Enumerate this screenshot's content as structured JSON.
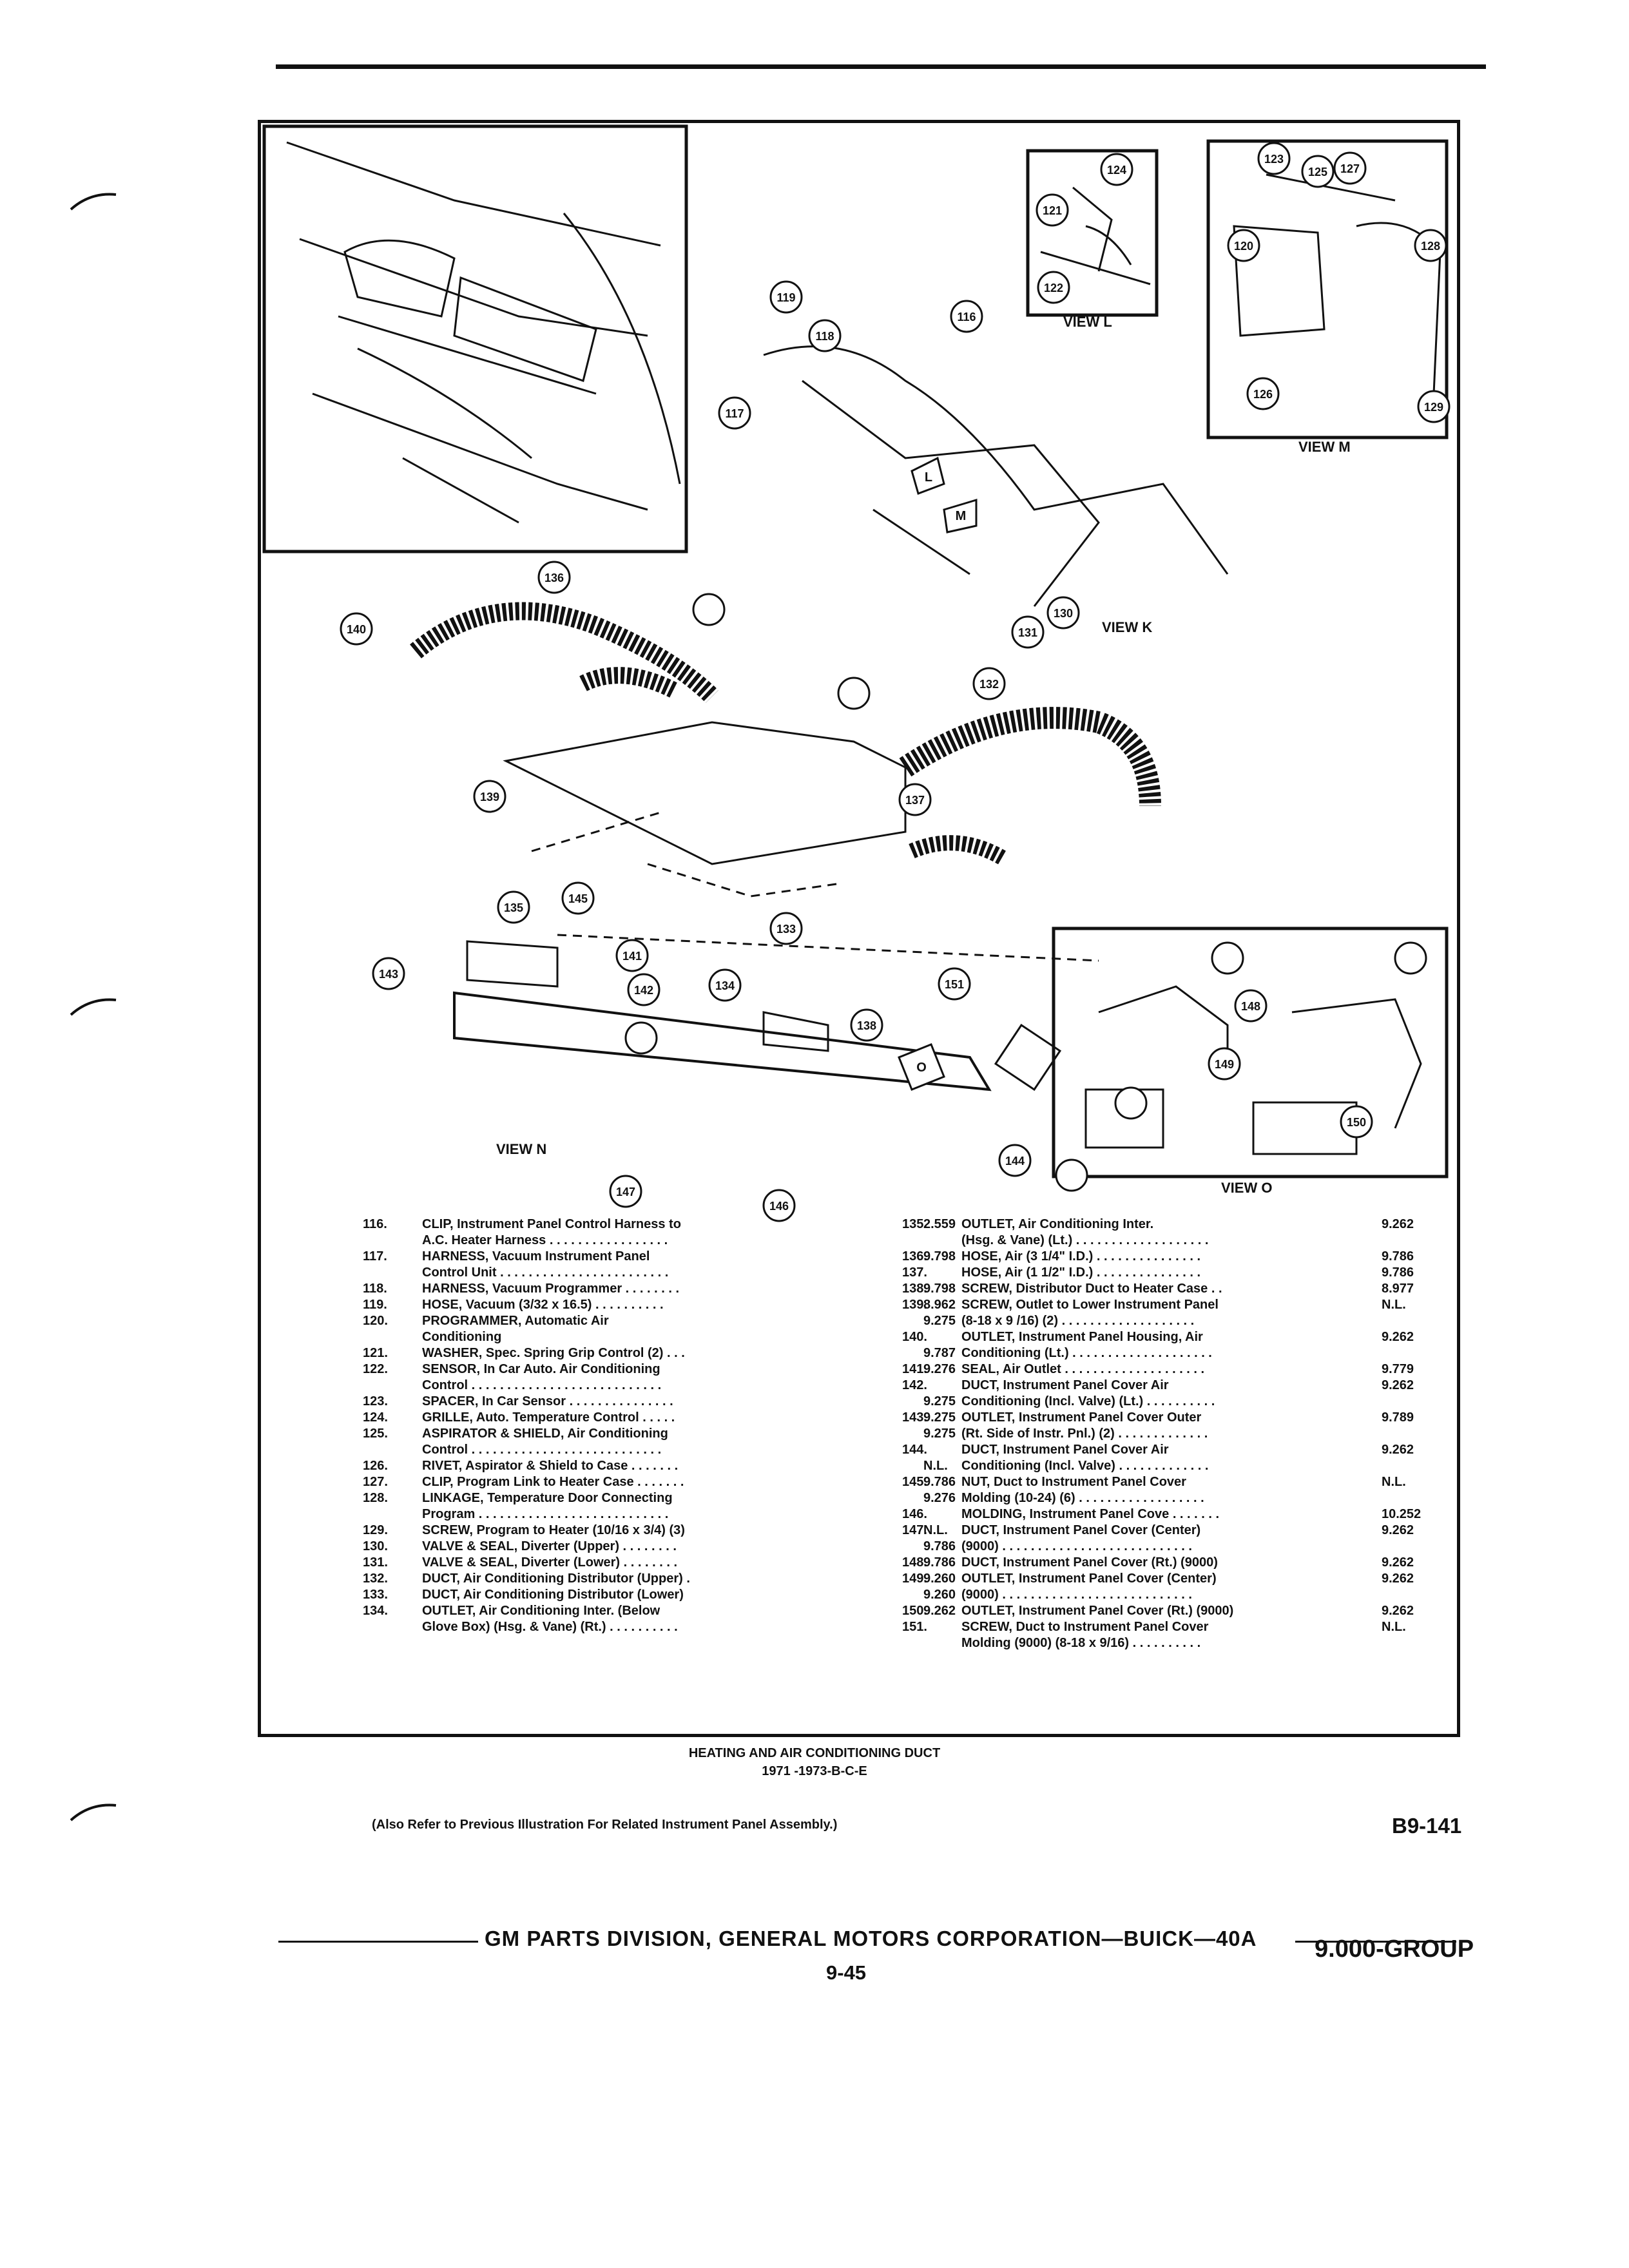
{
  "views": {
    "l": "VIEW L",
    "m": "VIEW M",
    "k": "VIEW K",
    "n": "VIEW N",
    "o": "VIEW O"
  },
  "callouts": [
    "116",
    "117",
    "118",
    "119",
    "120",
    "121",
    "122",
    "123",
    "124",
    "125",
    "126",
    "127",
    "128",
    "129",
    "130",
    "131",
    "132",
    "133",
    "134",
    "135",
    "136",
    "137",
    "138",
    "139",
    "140",
    "141",
    "142",
    "143",
    "144",
    "145",
    "146",
    "147",
    "148",
    "149",
    "150",
    "151"
  ],
  "view_arrows": [
    "L",
    "M",
    "O"
  ],
  "parts_left": [
    {
      "num": "116.",
      "desc": "CLIP, Instrument Panel Control Harness to\nA.C. Heater Harness . . . . . . . . . . . . . . . . .",
      "code": "2.559"
    },
    {
      "num": "117.",
      "desc": "HARNESS, Vacuum Instrument Panel\nControl Unit . . . . . . . . . . . . . . . . . . . . . . . .",
      "code": "9.798"
    },
    {
      "num": "118.",
      "desc": "HARNESS, Vacuum Programmer . . . . . . . .",
      "code": "9.798"
    },
    {
      "num": "119.",
      "desc": "HOSE, Vacuum (3/32 x 16.5) . . . . . . . . . .",
      "code": "8.962"
    },
    {
      "num": "120.",
      "desc": "PROGRAMMER, Automatic Air\nConditioning",
      "code": "9.275"
    },
    {
      "num": "121.",
      "desc": "WASHER, Spec. Spring Grip Control (2) . . .",
      "code": "9.787"
    },
    {
      "num": "122.",
      "desc": "SENSOR, In Car Auto. Air Conditioning\nControl . . . . . . . . . . . . . . . . . . . . . . . . . . .",
      "code": "9.276"
    },
    {
      "num": "123.",
      "desc": "SPACER, In Car Sensor . . . . . . . . . . . . . . .",
      "code": "9.275"
    },
    {
      "num": "124.",
      "desc": "GRILLE, Auto. Temperature Control . . . . .",
      "code": "9.275"
    },
    {
      "num": "125.",
      "desc": "ASPIRATOR & SHIELD, Air Conditioning\nControl . . . . . . . . . . . . . . . . . . . . . . . . . . .",
      "code": "9.275"
    },
    {
      "num": "126.",
      "desc": "RIVET, Aspirator & Shield to Case . . . . . . .",
      "code": "N.L."
    },
    {
      "num": "127.",
      "desc": "CLIP, Program Link to Heater Case . . . . . . .",
      "code": "9.786"
    },
    {
      "num": "128.",
      "desc": "LINKAGE, Temperature Door Connecting\nProgram . . . . . . . . . . . . . . . . . . . . . . . . . . .",
      "code": "9.276"
    },
    {
      "num": "129.",
      "desc": "SCREW, Program to Heater (10/16 x 3/4) (3)",
      "code": "N.L."
    },
    {
      "num": "130.",
      "desc": "VALVE & SEAL, Diverter (Upper) . . . . . . . .",
      "code": "9.786"
    },
    {
      "num": "131.",
      "desc": "VALVE & SEAL, Diverter (Lower) . . . . . . . .",
      "code": "9.786"
    },
    {
      "num": "132.",
      "desc": "DUCT, Air Conditioning Distributor (Upper) .",
      "code": "9.260"
    },
    {
      "num": "133.",
      "desc": "DUCT, Air Conditioning Distributor (Lower)",
      "code": "9.260"
    },
    {
      "num": "134.",
      "desc": "OUTLET, Air Conditioning Inter. (Below\nGlove Box) (Hsg. & Vane) (Rt.) . . . . . . . . . .",
      "code": "9.262"
    }
  ],
  "parts_right": [
    {
      "num": "135.",
      "desc": "OUTLET, Air Conditioning Inter.\n(Hsg. & Vane) (Lt.) . . . . . . . . . . . . . . . . . . .",
      "code": "9.262"
    },
    {
      "num": "136.",
      "desc": "HOSE, Air (3 1/4\" I.D.) . . . . . . . . . . . . . . .",
      "code": "9.786"
    },
    {
      "num": "137.",
      "desc": "HOSE, Air (1 1/2\" I.D.) . . . . . . . . . . . . . . .",
      "code": "9.786"
    },
    {
      "num": "138.",
      "desc": "SCREW, Distributor Duct to Heater Case . .",
      "code": "8.977"
    },
    {
      "num": "139.",
      "desc": "SCREW, Outlet to Lower Instrument Panel\n(8-18 x 9 /16) (2) . . . . . . . . . . . . . . . . . . .",
      "code": "N.L."
    },
    {
      "num": "140.",
      "desc": "OUTLET, Instrument Panel Housing, Air\nConditioning (Lt.) . . . . . . . . . . . . . . . . . . . .",
      "code": "9.262"
    },
    {
      "num": "141.",
      "desc": "SEAL, Air Outlet . . . . . . . . . . . . . . . . . . . .",
      "code": "9.779"
    },
    {
      "num": "142.",
      "desc": "DUCT, Instrument Panel Cover Air\nConditioning (Incl. Valve) (Lt.) . . . . . . . . . .",
      "code": "9.262"
    },
    {
      "num": "143.",
      "desc": "OUTLET, Instrument Panel Cover Outer\n(Rt. Side of Instr. Pnl.) (2) . . . . . . . . . . . . .",
      "code": "9.789"
    },
    {
      "num": "144.",
      "desc": "DUCT, Instrument Panel Cover Air\nConditioning (Incl. Valve) . . . . . . . . . . . . .",
      "code": "9.262"
    },
    {
      "num": "145.",
      "desc": "NUT, Duct to Instrument Panel Cover\nMolding (10-24) (6) . . . . . . . . . . . . . . . . . .",
      "code": "N.L."
    },
    {
      "num": "146.",
      "desc": "MOLDING, Instrument Panel Cove . . . . . . .",
      "code": "10.252"
    },
    {
      "num": "147.",
      "desc": "DUCT, Instrument Panel Cover (Center)\n(9000) . . . . . . . . . . . . . . . . . . . . . . . . . . .",
      "code": "9.262"
    },
    {
      "num": "148.",
      "desc": "DUCT, Instrument Panel Cover (Rt.) (9000)",
      "code": "9.262"
    },
    {
      "num": "149.",
      "desc": "OUTLET, Instrument Panel Cover (Center)\n(9000) . . . . . . . . . . . . . . . . . . . . . . . . . . .",
      "code": "9.262"
    },
    {
      "num": "150.",
      "desc": "OUTLET, Instrument Panel Cover (Rt.) (9000)",
      "code": "9.262"
    },
    {
      "num": "151.",
      "desc": "SCREW, Duct to Instrument Panel Cover\nMolding (9000) (8-18 x 9/16) . . . . . . . . . .",
      "code": "N.L."
    }
  ],
  "note": "(Also Refer to Previous Illustration For Related Instrument Panel Assembly.)",
  "caption_title": "HEATING AND AIR CONDITIONING DUCT",
  "caption_years": "1971 -1973-B-C-E",
  "figure_id": "B9-141",
  "footer": "GM PARTS DIVISION, GENERAL MOTORS CORPORATION—BUICK—40A",
  "page_number": "9-45",
  "group": "9.000-GROUP"
}
